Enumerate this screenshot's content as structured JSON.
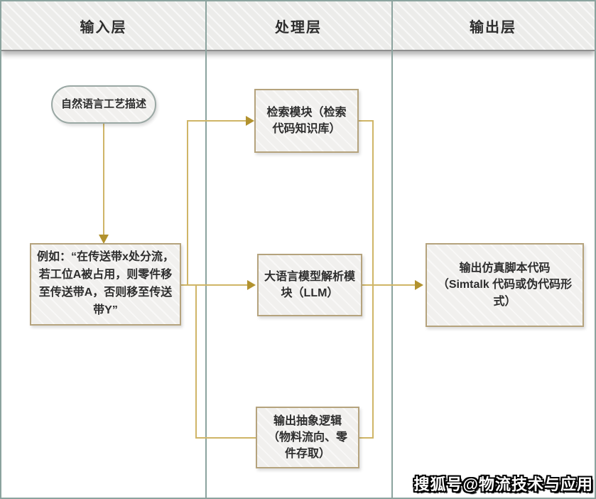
{
  "lanes": [
    {
      "title": "输入层"
    },
    {
      "title": "处理层"
    },
    {
      "title": "输出层"
    }
  ],
  "nodes": {
    "input_description": {
      "label": "自然语言工艺描述"
    },
    "input_example": {
      "label": "例如：“在传送带x处分流，若工位A被占用，则零件移至传送带A，否则移至传送带Y”"
    },
    "retrieval_module": {
      "label": "检索模块（检索代码知识库）"
    },
    "llm_module": {
      "label": "大语言模型解析模块（LLM）"
    },
    "abstract_logic": {
      "label": "输出抽象逻辑（物料流向、零件存取）"
    },
    "output_code": {
      "label": "输出仿真脚本代码（Simtalk 代码或伪代码形式）"
    }
  },
  "watermark": {
    "text": "搜狐号@物流技术与应用"
  },
  "colors": {
    "lane_border": "#8ba39e",
    "header_fill": "#ececea",
    "node_fill": "#f1f0ee",
    "node_border": "#b5a37d",
    "stadium_border": "#9aa8a4",
    "wire": "#cfb567",
    "arrowhead": "#b2922e",
    "text": "#2d2d2d"
  }
}
